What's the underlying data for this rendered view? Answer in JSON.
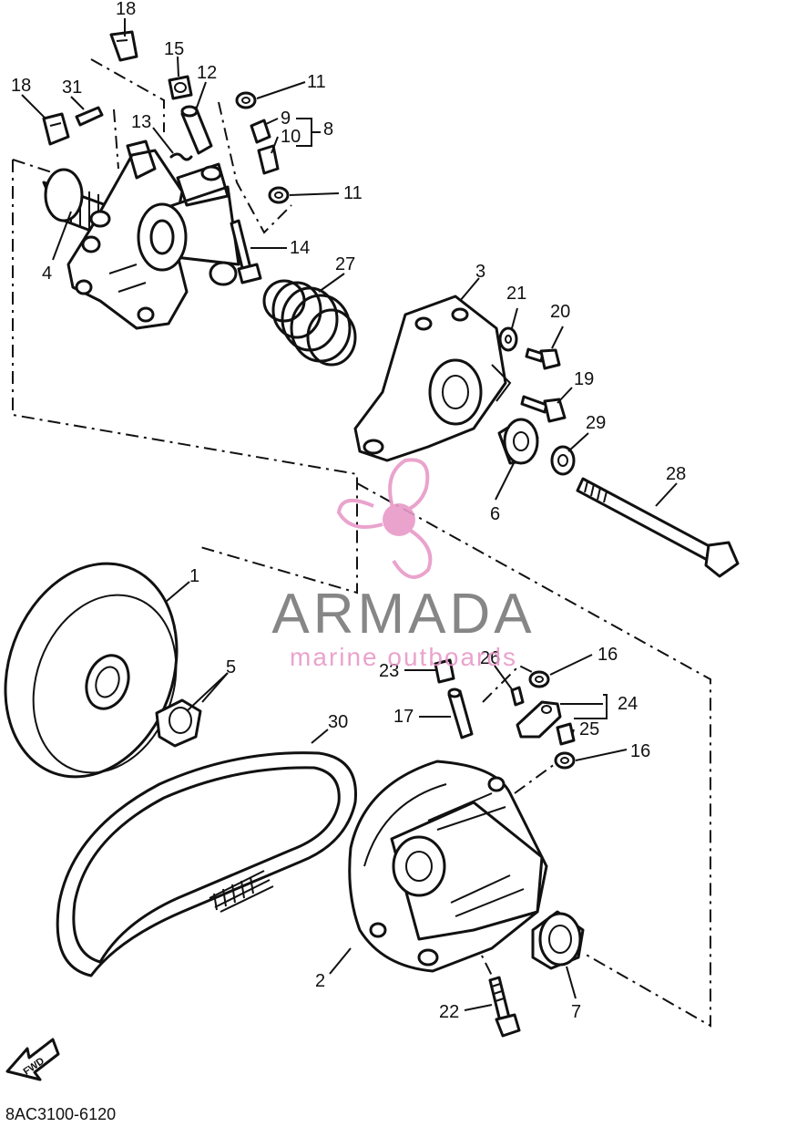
{
  "diagram": {
    "code": "8AC3100-6120",
    "fwd_label": "FWD",
    "watermark": {
      "brand": "ARMADA",
      "tagline": "marine outboards",
      "brand_color": "#7a7a7a",
      "logo_color": "#e89ac8"
    },
    "callouts": {
      "p1": "1",
      "p2": "2",
      "p3": "3",
      "p4": "4",
      "p5": "5",
      "p6": "6",
      "p7": "7",
      "p8": "8",
      "p9": "9",
      "p10": "10",
      "p11a": "11",
      "p11b": "11",
      "p12": "12",
      "p13": "13",
      "p14": "14",
      "p15": "15",
      "p16a": "16",
      "p16b": "16",
      "p17": "17",
      "p18a": "18",
      "p18b": "18",
      "p19": "19",
      "p20": "20",
      "p21": "21",
      "p22": "22",
      "p23": "23",
      "p24": "24",
      "p25": "25",
      "p26": "26",
      "p27": "27",
      "p28": "28",
      "p29": "29",
      "p30": "30",
      "p31": "31"
    }
  }
}
